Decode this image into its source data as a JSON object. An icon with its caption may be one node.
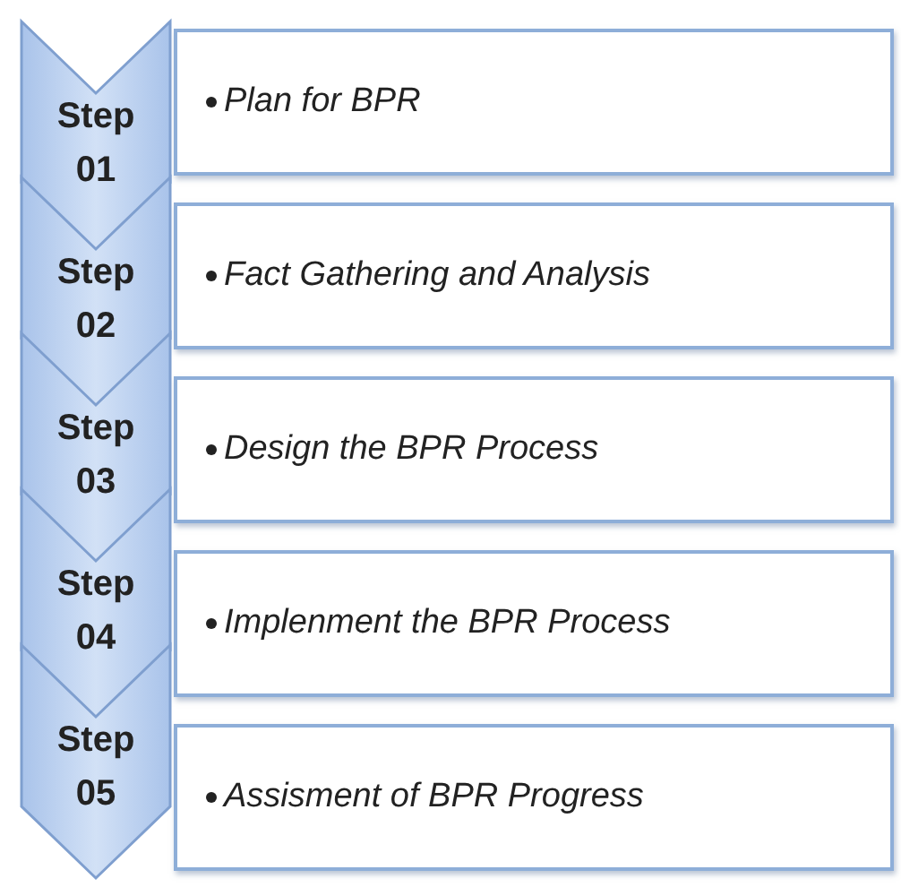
{
  "diagram": {
    "nodes": [
      {
        "text": [
          "Step 01"
        ]
      },
      {
        "text": [
          "Plan for BPR"
        ]
      },
      {
        "text": [
          "Step 02"
        ]
      },
      {
        "text": [
          "Fact Gathering and Analysis"
        ]
      },
      {
        "text": [
          "Step 03"
        ]
      },
      {
        "text": [
          "Design the BPR Process"
        ]
      },
      {
        "text": [
          "Step 04"
        ]
      },
      {
        "text": [
          "Implenment the BPR Process"
        ]
      },
      {
        "text": [
          "Step 05"
        ]
      },
      {
        "text": [
          "Assisment of BPR Progress"
        ]
      }
    ]
  }
}
